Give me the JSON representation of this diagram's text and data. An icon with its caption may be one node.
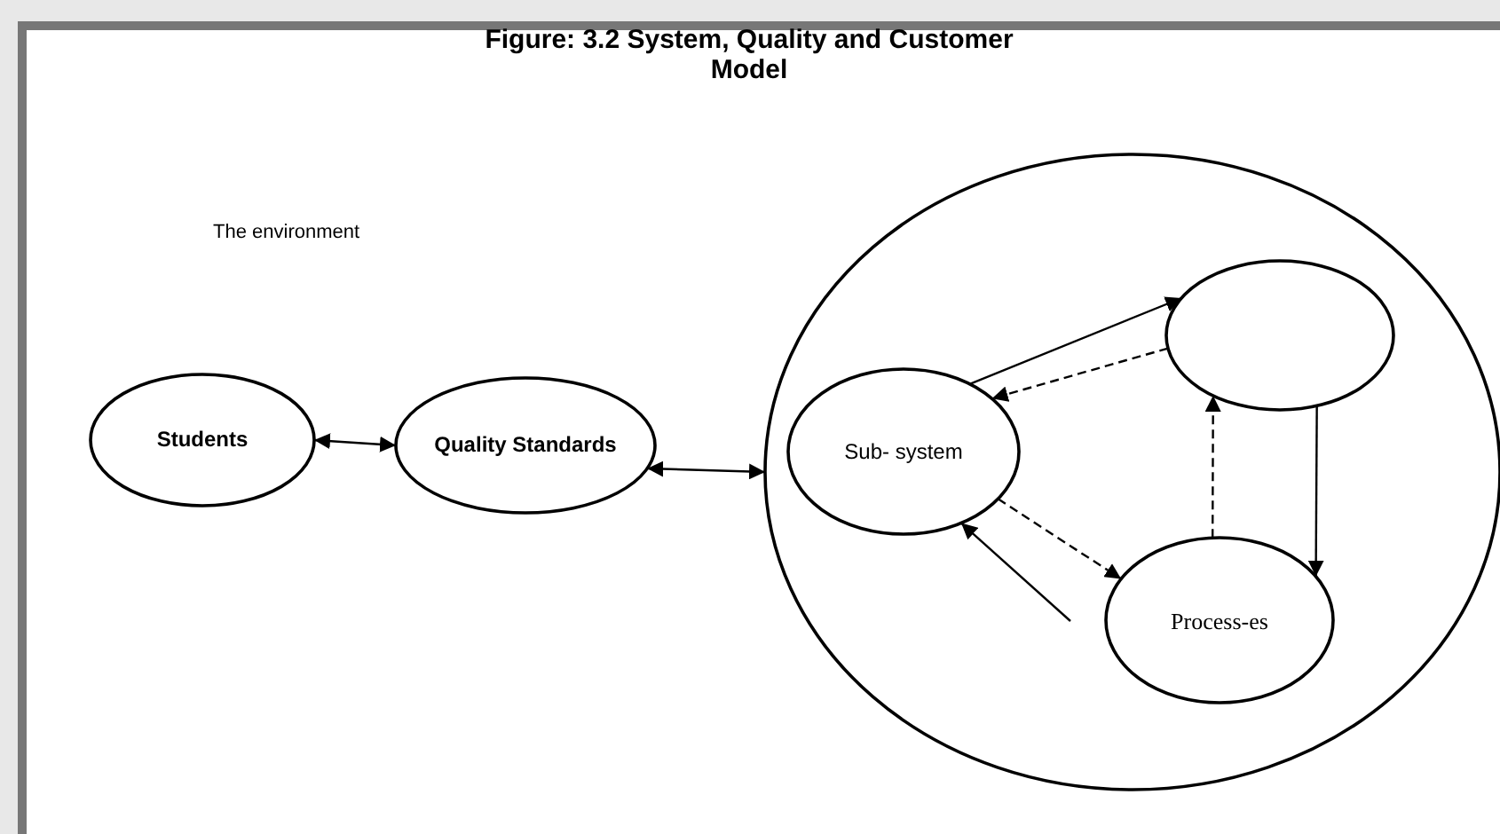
{
  "diagram": {
    "title": "Figure: 3.2 System, Quality and Customer Model",
    "nodes": [
      {
        "text": [
          "Students"
        ]
      },
      {
        "text": [
          "Quality Standards"
        ]
      },
      {
        "text": [],
        "shape": "circle"
      },
      {
        "text": [
          "Sub- system"
        ],
        "in": 2
      },
      {
        "text": [],
        "shape": "circle",
        "in": 2
      },
      {
        "text": [
          "Process-es"
        ],
        "in": 2
      }
    ],
    "edges": [
      {
        "from": 0,
        "to": 1,
        "arrow": "both"
      },
      {
        "from": 1,
        "to": 2,
        "arrow": "both"
      },
      {
        "from": 3,
        "to": 4,
        "arrow": "to"
      },
      {
        "from": 4,
        "to": 3,
        "arrow": "to",
        "style": "dashed"
      },
      {
        "from": 3,
        "to": 5,
        "arrow": "to",
        "style": "dashed"
      },
      {
        "from": null,
        "to": 3,
        "arrow": "to"
      },
      {
        "from": 5,
        "to": 4,
        "arrow": "to",
        "style": "dashed"
      },
      {
        "from": 4,
        "to": 5,
        "arrow": "to"
      }
    ],
    "labels": [
      "The environment"
    ]
  }
}
